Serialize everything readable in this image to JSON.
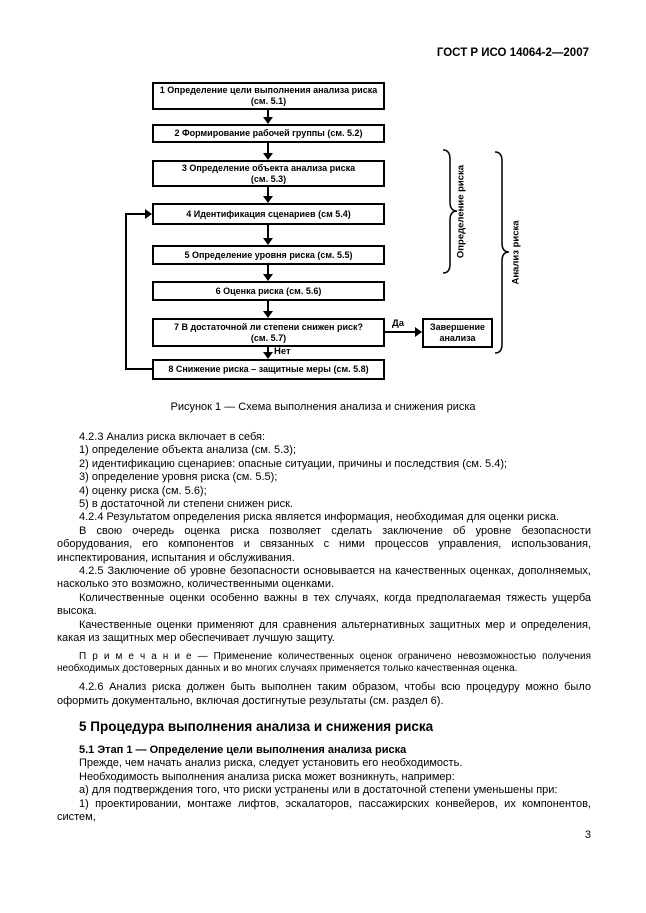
{
  "header": {
    "standard": "ГОСТ Р ИСО 14064-2—2007"
  },
  "figure": {
    "caption": "Рисунок 1 — Схема выполнения анализа и снижения риска",
    "boxes": {
      "b1": "1 Определение цели выполнения анализа риска\n(см. 5.1)",
      "b2": "2 Формирование рабочей группы (см. 5.2)",
      "b3": "3 Определение объекта анализа риска\n(см. 5.3)",
      "b4": "4 Идентификация сценариев (см 5.4)",
      "b5": "5 Определение уровня риска (см. 5.5)",
      "b6": "6 Оценка риска (см. 5.6)",
      "b7": "7 В достаточной ли степени снижен риск?\n(см. 5.7)",
      "b8": "8 Снижение риска – защитные меры (см. 5.8)",
      "terminal": "Завершение\nанализа"
    },
    "labels": {
      "yes": "Да",
      "no": "Нет",
      "bracket_inner": "Определение риска",
      "bracket_outer": "Анализ риска"
    }
  },
  "body": {
    "p1": "4.2.3 Анализ риска включает в себя:",
    "p2": "1) определение объекта анализа (см. 5.3);",
    "p3": "2) идентификацию сценариев: опасные ситуации, причины и последствия (см. 5.4);",
    "p4": "3) определение уровня риска (см. 5.5);",
    "p5": "4) оценку риска (см. 5.6);",
    "p6": "5) в достаточной ли степени снижен риск.",
    "p7": "4.2.4 Результатом определения риска является информация, необходимая для оценки риска.",
    "p8": "В свою очередь оценка риска позволяет сделать заключение об уровне безопасности оборудования, его компонентов и связанных с ними процессов управления, использования, инспектирования, испытания и обслуживания.",
    "p9": "4.2.5 Заключение об уровне безопасности основывается на качественных оценках, дополняемых, насколько это возможно, количественными оценками.",
    "p10": "Количественные оценки особенно важны в тех случаях, когда предполагаемая тяжесть ущерба высока.",
    "p11": "Качественные оценки применяют для сравнения альтернативных защитных мер и определения, какая из защитных мер обеспечивает лучшую защиту.",
    "note": "П р и м е ч а н и е — Применение количественных оценок ограничено невозможностью получения необходимых достоверных данных и во многих случаях применяется только качественная оценка.",
    "p12": "4.2.6 Анализ риска должен быть выполнен таким образом, чтобы всю процедуру можно было оформить документально, включая достигнутые результаты (см. раздел 6)."
  },
  "section5": {
    "heading": "5 Процедура выполнения анализа и снижения риска",
    "sub_heading": "5.1 Этап 1 — Определение цели выполнения анализа риска",
    "p1": "Прежде, чем начать анализ риска, следует установить его необходимость.",
    "p2": "Необходимость выполнения анализа риска может возникнуть, например:",
    "p3": "а) для подтверждения того, что риски устранены или в достаточной степени уменьшены при:",
    "p4": "1) проектировании, монтаже лифтов, эскалаторов, пассажирских конвейеров, их компонентов, систем,"
  },
  "footer": {
    "page_number": "3"
  }
}
